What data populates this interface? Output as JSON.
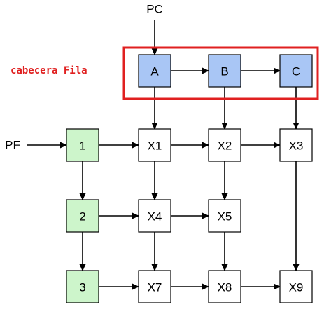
{
  "labels": {
    "pc": "PC",
    "pf": "PF",
    "header": "cabecera Fila"
  },
  "colors": {
    "header_fill": "#a9c6f5",
    "row_fill": "#cdf5cb",
    "cell_fill": "#ffffff",
    "highlight": "#e02020"
  },
  "header_nodes": [
    {
      "id": "A",
      "label": "A"
    },
    {
      "id": "B",
      "label": "B"
    },
    {
      "id": "C",
      "label": "C"
    }
  ],
  "row_nodes": [
    {
      "id": "1",
      "label": "1"
    },
    {
      "id": "2",
      "label": "2"
    },
    {
      "id": "3",
      "label": "3"
    }
  ],
  "cells": [
    {
      "id": "X1",
      "label": "X1"
    },
    {
      "id": "X2",
      "label": "X2"
    },
    {
      "id": "X3",
      "label": "X3"
    },
    {
      "id": "X4",
      "label": "X4"
    },
    {
      "id": "X5",
      "label": "X5"
    },
    {
      "id": "X7",
      "label": "X7"
    },
    {
      "id": "X8",
      "label": "X8"
    },
    {
      "id": "X9",
      "label": "X9"
    }
  ],
  "edges": [
    [
      "PC",
      "A"
    ],
    [
      "A",
      "B"
    ],
    [
      "B",
      "C"
    ],
    [
      "A",
      "X1"
    ],
    [
      "B",
      "X2"
    ],
    [
      "C",
      "X3"
    ],
    [
      "PF",
      "1"
    ],
    [
      "1",
      "X1"
    ],
    [
      "X1",
      "X2"
    ],
    [
      "X2",
      "X3"
    ],
    [
      "1",
      "2"
    ],
    [
      "2",
      "X4"
    ],
    [
      "X4",
      "X5"
    ],
    [
      "2",
      "3"
    ],
    [
      "3",
      "X7"
    ],
    [
      "X7",
      "X8"
    ],
    [
      "X8",
      "X9"
    ],
    [
      "X1",
      "X4"
    ],
    [
      "X4",
      "X7"
    ],
    [
      "X2",
      "X5"
    ],
    [
      "X5",
      "X8"
    ],
    [
      "X3",
      "X9"
    ]
  ]
}
